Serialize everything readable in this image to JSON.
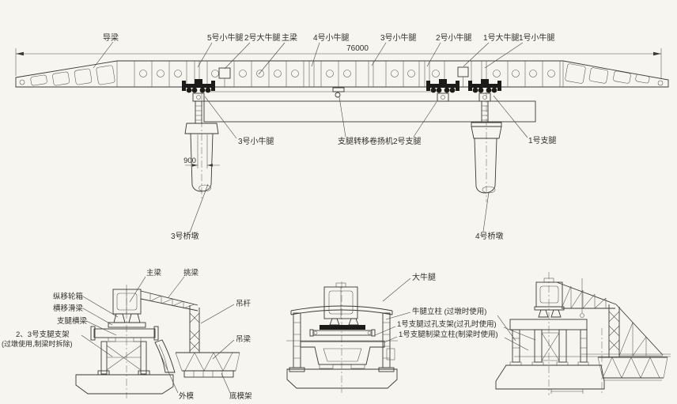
{
  "colors": {
    "paper": "#f6f5f0",
    "ink": "#3c3935",
    "machinery": "#1c1b19"
  },
  "top_view": {
    "dim_total": "76000",
    "dim_leg": "900",
    "labels": {
      "guide_beam": "导梁",
      "corbel_s5": "5号小牛腿",
      "corbel_b2": "2号大牛腿",
      "main_beam": "主梁",
      "corbel_s4": "4号小牛腿",
      "corbel_s3": "3号小牛腿",
      "corbel_s2": "2号小牛腿",
      "corbel_b1": "1号大牛腿",
      "corbel_s1": "1号小牛腿",
      "corbel_s3_at_leg": "3号小牛腿",
      "winch": "支腿转移卷扬机",
      "leg2": "2号支腿",
      "leg1": "1号支腿",
      "pier3": "3号桥墩",
      "pier4": "4号桥墩"
    }
  },
  "detail_left": {
    "labels": {
      "main_beam": "主梁",
      "cantilever_beam": "挑梁",
      "wheel_box": "纵移轮箱",
      "slide_beam": "横移滑梁",
      "leg_cross_beam": "支腿横梁",
      "leg_bracket": "2、3号支腿支架",
      "leg_bracket_note": "(过墩使用,制梁时拆除)",
      "hanger_rod": "吊杆",
      "hanger_beam": "吊梁",
      "outer_form": "外模",
      "bottom_form_frame": "底模架"
    }
  },
  "detail_middle": {
    "labels": {
      "big_corbel": "大牛腿"
    }
  },
  "detail_right": {
    "labels": {
      "corbel_column": "牛腿立柱 (过墩时使用)",
      "leg1_pass_bracket": "1号支腿过孔支架(过孔时使用)",
      "leg1_cast_column": "1号支腿制梁立柱(制梁时使用)"
    }
  }
}
